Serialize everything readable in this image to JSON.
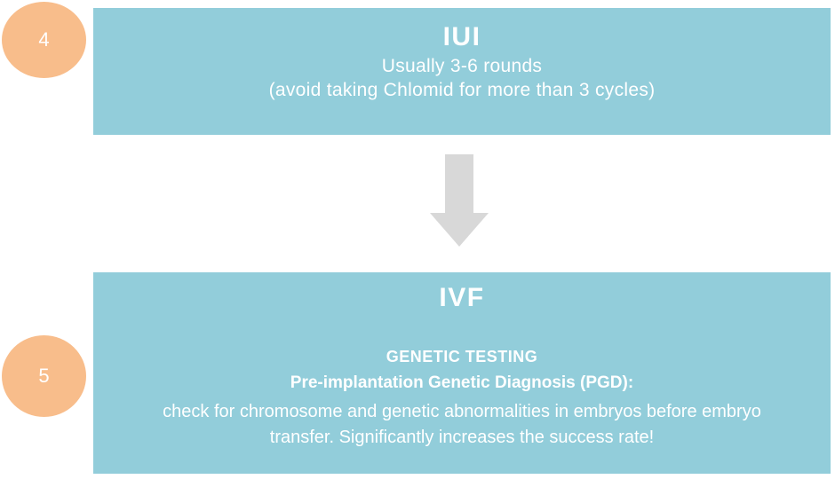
{
  "colors": {
    "box_blue": "#92cdda",
    "circle_orange": "#f8bd8b",
    "arrow_gray": "#d8d8d8",
    "text_white": "#ffffff",
    "background": "#ffffff"
  },
  "step4": {
    "number": "4",
    "title": "IUI",
    "line1": "Usually 3-6 rounds",
    "line2": "(avoid taking Chlomid for more than 3 cycles)"
  },
  "arrow": {
    "icon": "down-arrow"
  },
  "step5": {
    "number": "5",
    "title": "IVF",
    "subtitle": "GENETIC TESTING",
    "heading": "Pre-implantation Genetic Diagnosis (PGD):",
    "body_line1": "check for chromosome and genetic abnormalities in embryos before embryo",
    "body_line2": "transfer. Significantly increases the success rate!"
  }
}
